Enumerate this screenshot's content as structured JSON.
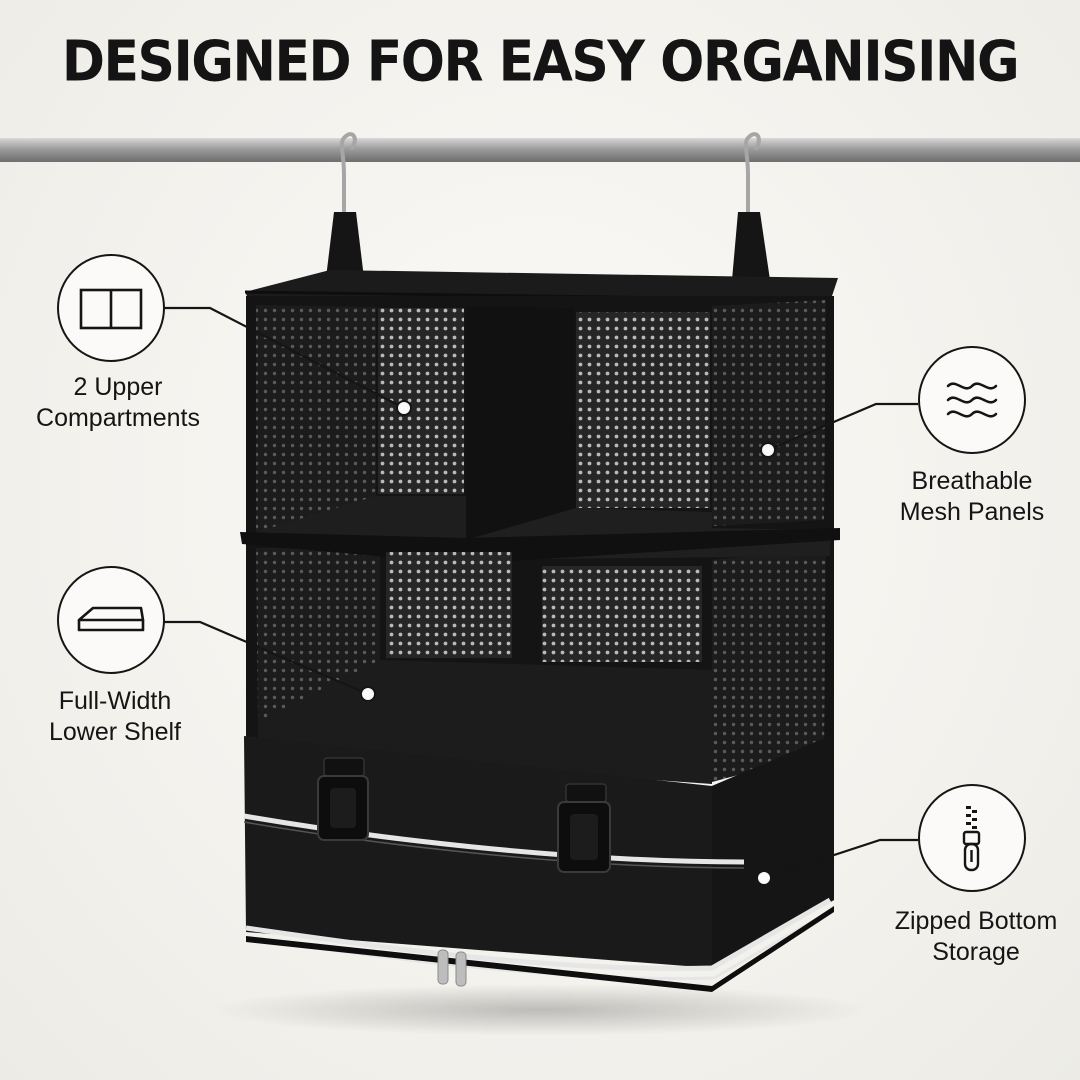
{
  "headline": "DESIGNED FOR EASY ORGANISING",
  "features": [
    {
      "icon": "two-compartments-icon",
      "line1": "2 Upper",
      "line2": "Compartments"
    },
    {
      "icon": "waves-icon",
      "line1": "Breathable",
      "line2": "Mesh Panels"
    },
    {
      "icon": "shelf-icon",
      "line1": "Full-Width",
      "line2": "Lower Shelf"
    },
    {
      "icon": "zipper-icon",
      "line1": "Zipped Bottom",
      "line2": "Storage"
    }
  ],
  "colors": {
    "background": "#f3f1ec",
    "ink": "#141414",
    "product": "#1a1a1a",
    "zipper_trim": "#e6e6e6"
  }
}
